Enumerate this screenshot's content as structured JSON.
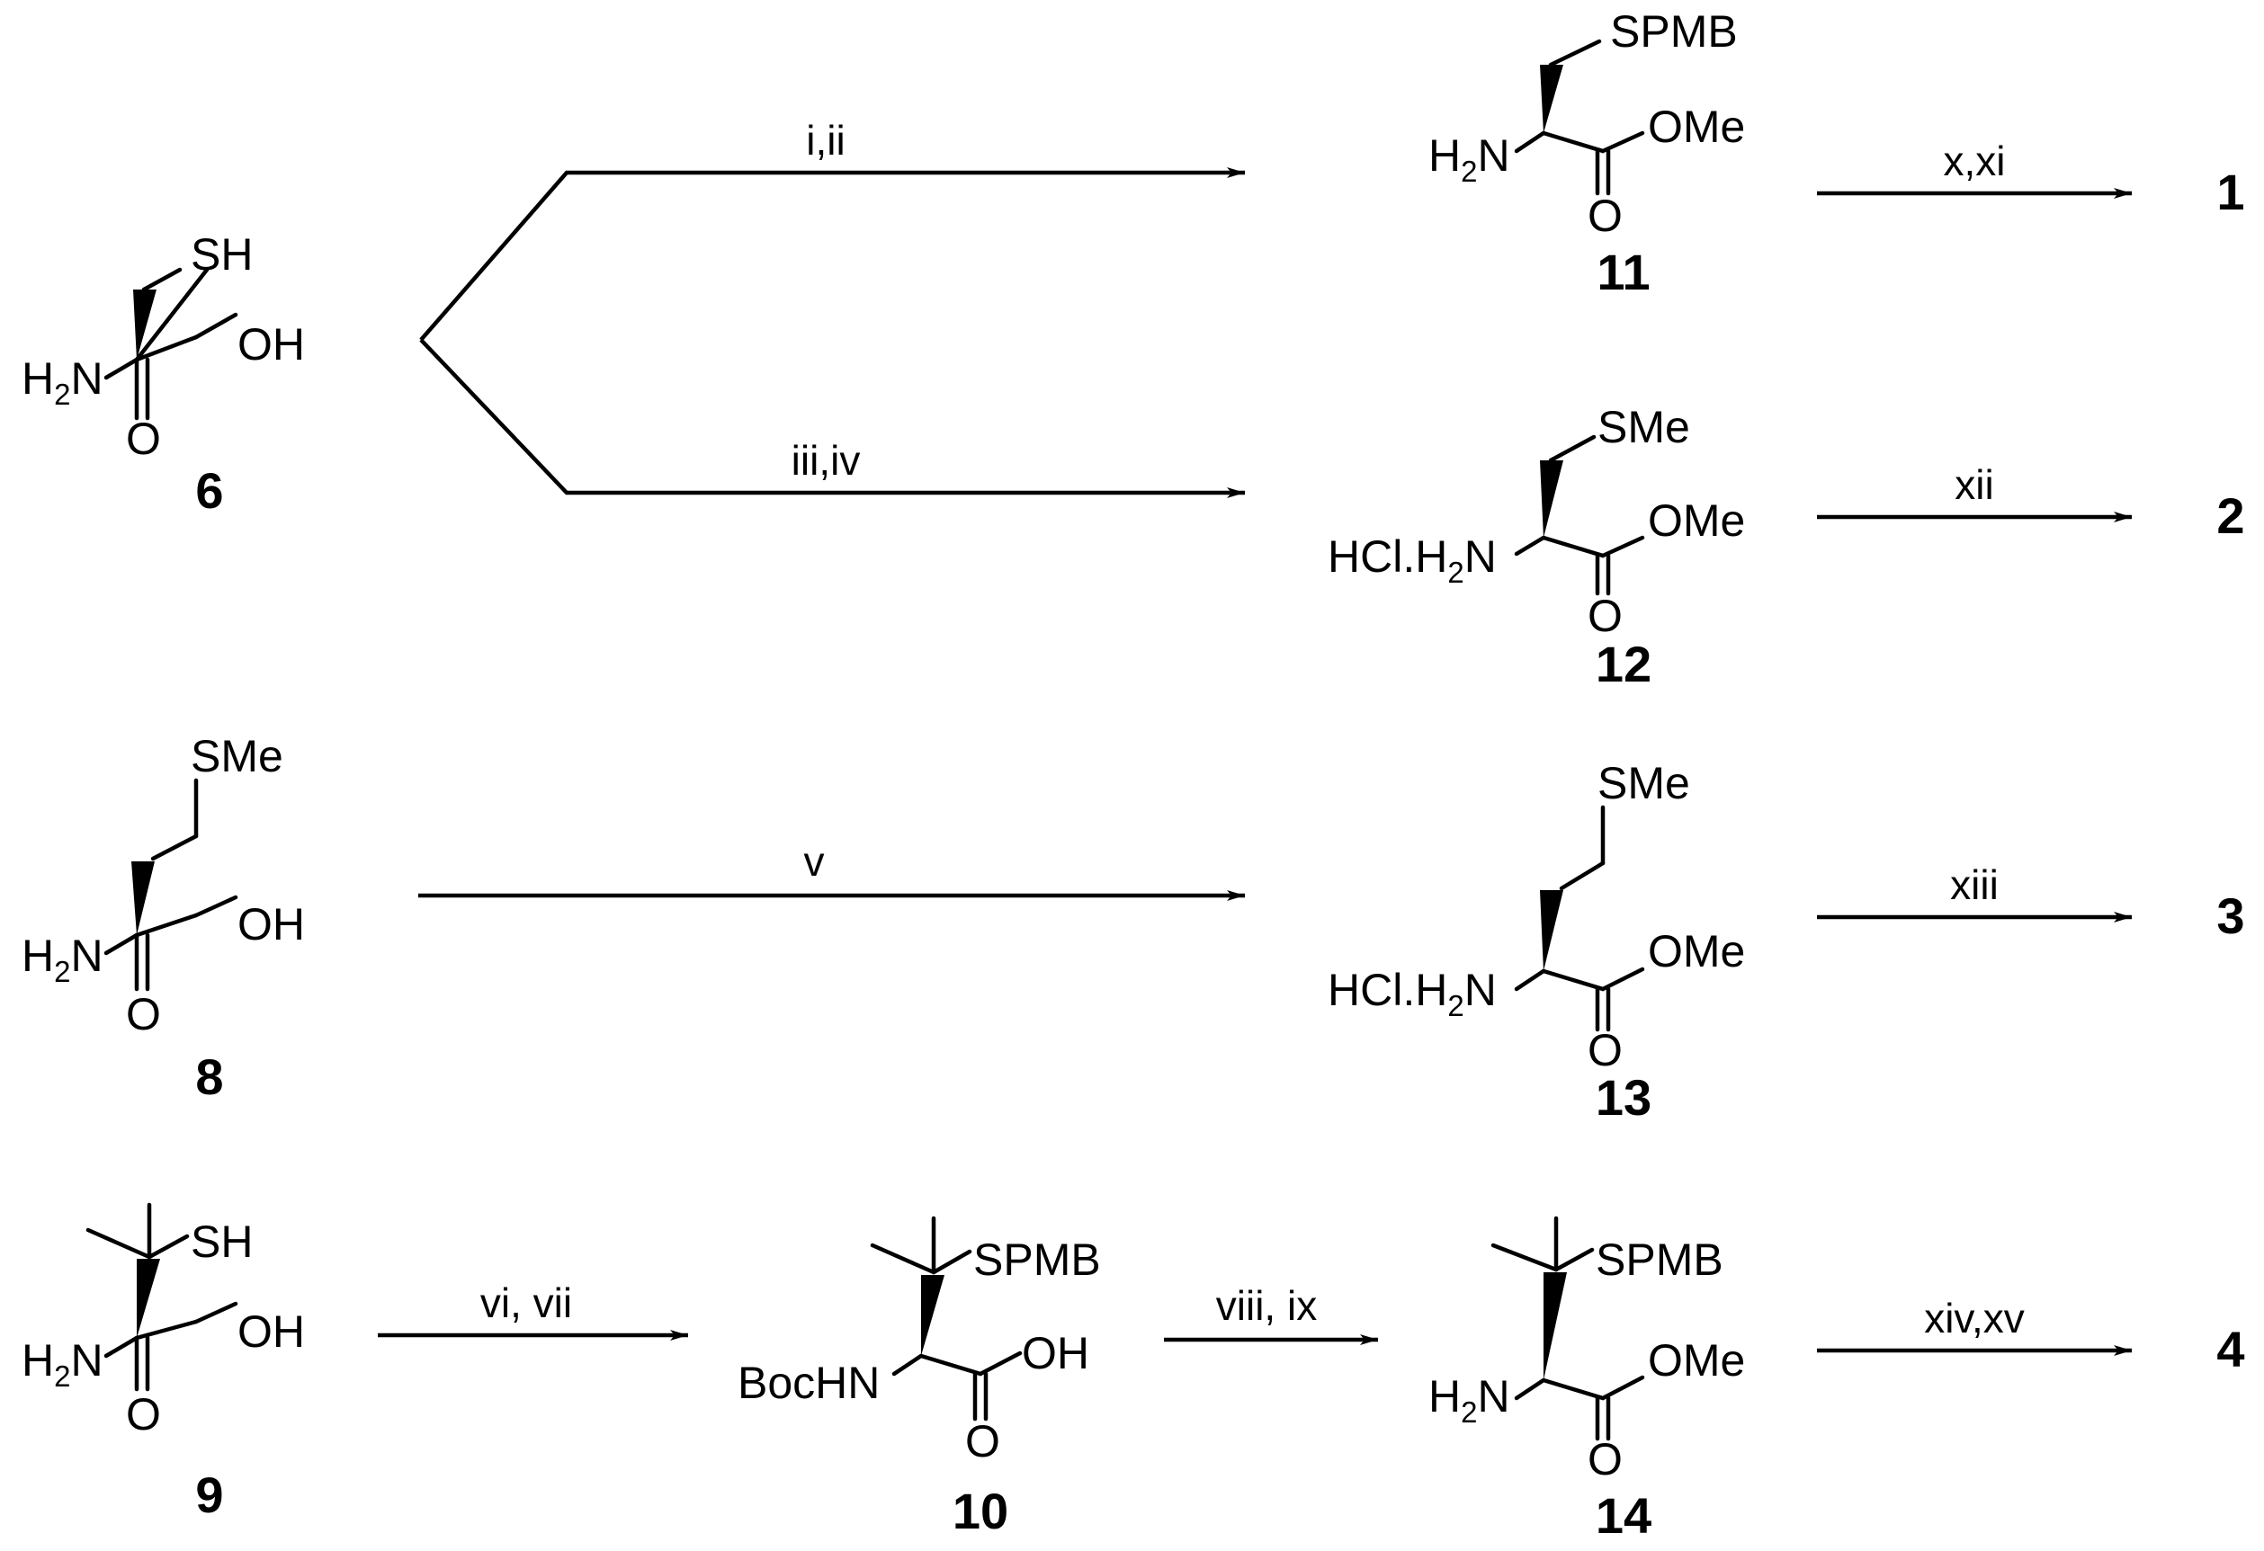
{
  "compounds": {
    "c6": {
      "label": "6",
      "atoms": {
        "side": "SH",
        "ester": "OH",
        "o": "O",
        "amine": "H",
        "amine_sub": "2",
        "amine_n": "N"
      }
    },
    "c8": {
      "label": "8",
      "atoms": {
        "side": "SMe",
        "ester": "OH",
        "o": "O",
        "amine": "H",
        "amine_sub": "2",
        "amine_n": "N"
      }
    },
    "c9": {
      "label": "9",
      "atoms": {
        "side": "SH",
        "ester": "OH",
        "o": "O",
        "amine": "H",
        "amine_sub": "2",
        "amine_n": "N"
      }
    },
    "c10": {
      "label": "10",
      "atoms": {
        "side": "SPMB",
        "ester": "OH",
        "o": "O",
        "amine": "BocHN"
      }
    },
    "c11": {
      "label": "11",
      "atoms": {
        "side": "SPMB",
        "ester": "OMe",
        "o": "O",
        "amine": "H",
        "amine_sub": "2",
        "amine_n": "N"
      }
    },
    "c12": {
      "label": "12",
      "atoms": {
        "side": "SMe",
        "ester": "OMe",
        "o": "O",
        "amine": "HCl.H",
        "amine_sub": "2",
        "amine_n": "N"
      }
    },
    "c13": {
      "label": "13",
      "atoms": {
        "side": "SMe",
        "ester": "OMe",
        "o": "O",
        "amine": "HCl.H",
        "amine_sub": "2",
        "amine_n": "N"
      }
    },
    "c14": {
      "label": "14",
      "atoms": {
        "side": "SPMB",
        "ester": "OMe",
        "o": "O",
        "amine": "H",
        "amine_sub": "2",
        "amine_n": "N"
      }
    }
  },
  "conditions": {
    "r_6_11": "i,ii",
    "r_6_12": "iii,iv",
    "r_8_13": "v",
    "r_9_10": "vi, vii",
    "r_10_14": "viii, ix",
    "r_11_1": "x,xi",
    "r_12_2": "xii",
    "r_13_3": "xiii",
    "r_14_4": "xiv,xv"
  },
  "products": {
    "p1": "1",
    "p2": "2",
    "p3": "3",
    "p4": "4"
  }
}
